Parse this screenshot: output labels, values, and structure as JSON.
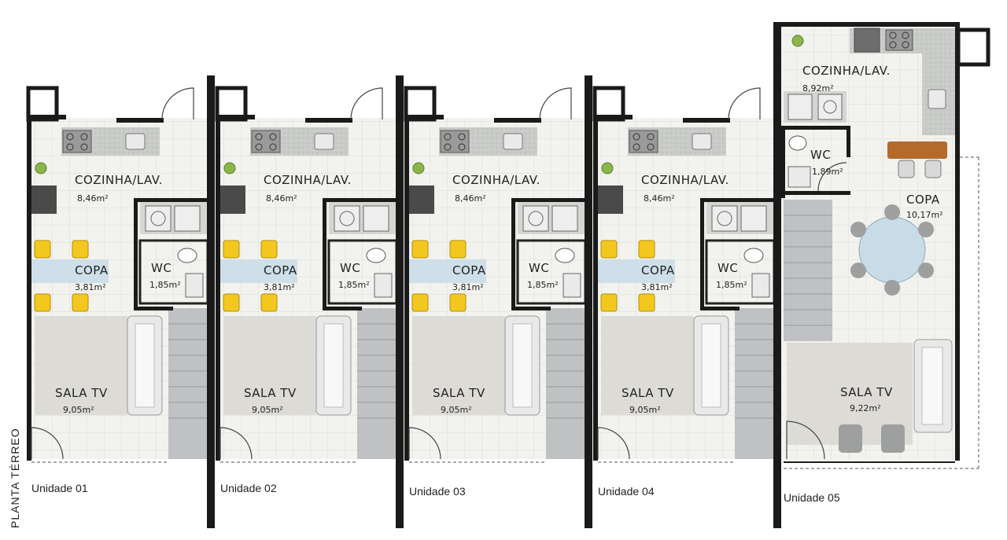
{
  "floor_label": "PLANTA TÉRREO",
  "units": [
    {
      "unit": "Unidade 01",
      "kitchen": {
        "name": "COZINHA/LAV.",
        "area": "8,46m²"
      },
      "dining": {
        "name": "COPA",
        "area": "3,81m²"
      },
      "bath": {
        "name": "WC",
        "area": "1,85m²"
      },
      "living": {
        "name": "SALA TV",
        "area": "9,05m²"
      }
    },
    {
      "unit": "Unidade 02",
      "kitchen": {
        "name": "COZINHA/LAV.",
        "area": "8,46m²"
      },
      "dining": {
        "name": "COPA",
        "area": "3,81m²"
      },
      "bath": {
        "name": "WC",
        "area": "1,85m²"
      },
      "living": {
        "name": "SALA TV",
        "area": "9,05m²"
      }
    },
    {
      "unit": "Unidade 03",
      "kitchen": {
        "name": "COZINHA/LAV.",
        "area": "8,46m²"
      },
      "dining": {
        "name": "COPA",
        "area": "3,81m²"
      },
      "bath": {
        "name": "WC",
        "area": "1,85m²"
      },
      "living": {
        "name": "SALA TV",
        "area": "9,05m²"
      }
    },
    {
      "unit": "Unidade 04",
      "kitchen": {
        "name": "COZINHA/LAV.",
        "area": "8,46m²"
      },
      "dining": {
        "name": "COPA",
        "area": "3,81m²"
      },
      "bath": {
        "name": "WC",
        "area": "1,85m²"
      },
      "living": {
        "name": "SALA TV",
        "area": "9,05m²"
      }
    }
  ],
  "unit5": {
    "unit": "Unidade 05",
    "kitchen": {
      "name": "COZINHA/LAV.",
      "area": "8,92m²"
    },
    "bath": {
      "name": "WC",
      "area": "1,89m²"
    },
    "dining": {
      "name": "COPA",
      "area": "10,17m²"
    },
    "living": {
      "name": "SALA TV",
      "area": "9,22m²"
    }
  },
  "colors": {
    "wall": "#1a1a1a",
    "floor": "#f2f2ef",
    "tile_line": "#dcdcd6",
    "counter": "#c9cbc8",
    "rug": "#dddcd7",
    "table_glass": "#c8dce8",
    "chair": "#f2c81e",
    "sofa": "#e9e9e9",
    "stair": "#bfc1c2"
  }
}
